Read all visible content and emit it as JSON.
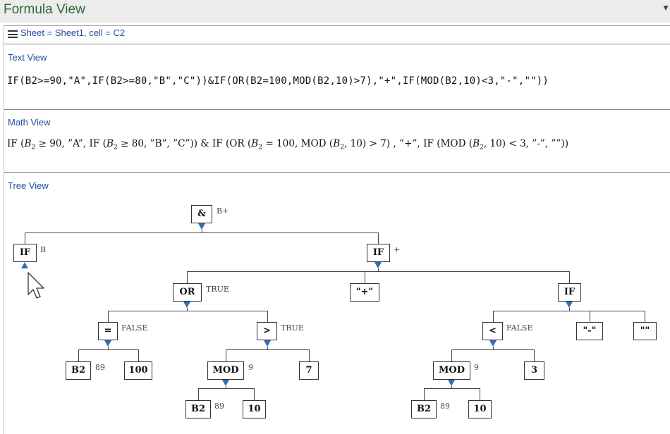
{
  "app": {
    "title": "Formula View"
  },
  "toolbar": {
    "sheet_info": "Sheet = Sheet1, cell = C2"
  },
  "text_view": {
    "label": "Text View",
    "formula": "IF(B2>=90,\"A\",IF(B2>=80,\"B\",\"C\"))&IF(OR(B2=100,MOD(B2,10)>7),\"+\",IF(MOD(B2,10)<3,\"-\",\"\"))"
  },
  "math_view": {
    "label": "Math View"
  },
  "tree_view": {
    "label": "Tree View",
    "nodes": {
      "root": {
        "label": "&",
        "value": "B+"
      },
      "if1": {
        "label": "IF",
        "value": "B"
      },
      "if2": {
        "label": "IF",
        "value": "+"
      },
      "or": {
        "label": "OR",
        "value": "TRUE"
      },
      "plus": {
        "label": "\"+\""
      },
      "if3": {
        "label": "IF"
      },
      "eq": {
        "label": "=",
        "value": "FALSE"
      },
      "gt": {
        "label": ">",
        "value": "TRUE"
      },
      "lt": {
        "label": "<",
        "value": "FALSE"
      },
      "minus": {
        "label": "\"-\""
      },
      "empty": {
        "label": "\"\""
      },
      "b2a": {
        "label": "B2",
        "value": "89"
      },
      "n100": {
        "label": "100"
      },
      "moda": {
        "label": "MOD",
        "value": "9"
      },
      "n7": {
        "label": "7"
      },
      "modb": {
        "label": "MOD",
        "value": "9"
      },
      "n3": {
        "label": "3"
      },
      "b2b": {
        "label": "B2",
        "value": "89"
      },
      "n10a": {
        "label": "10"
      },
      "b2c": {
        "label": "B2",
        "value": "89"
      },
      "n10b": {
        "label": "10"
      }
    }
  }
}
